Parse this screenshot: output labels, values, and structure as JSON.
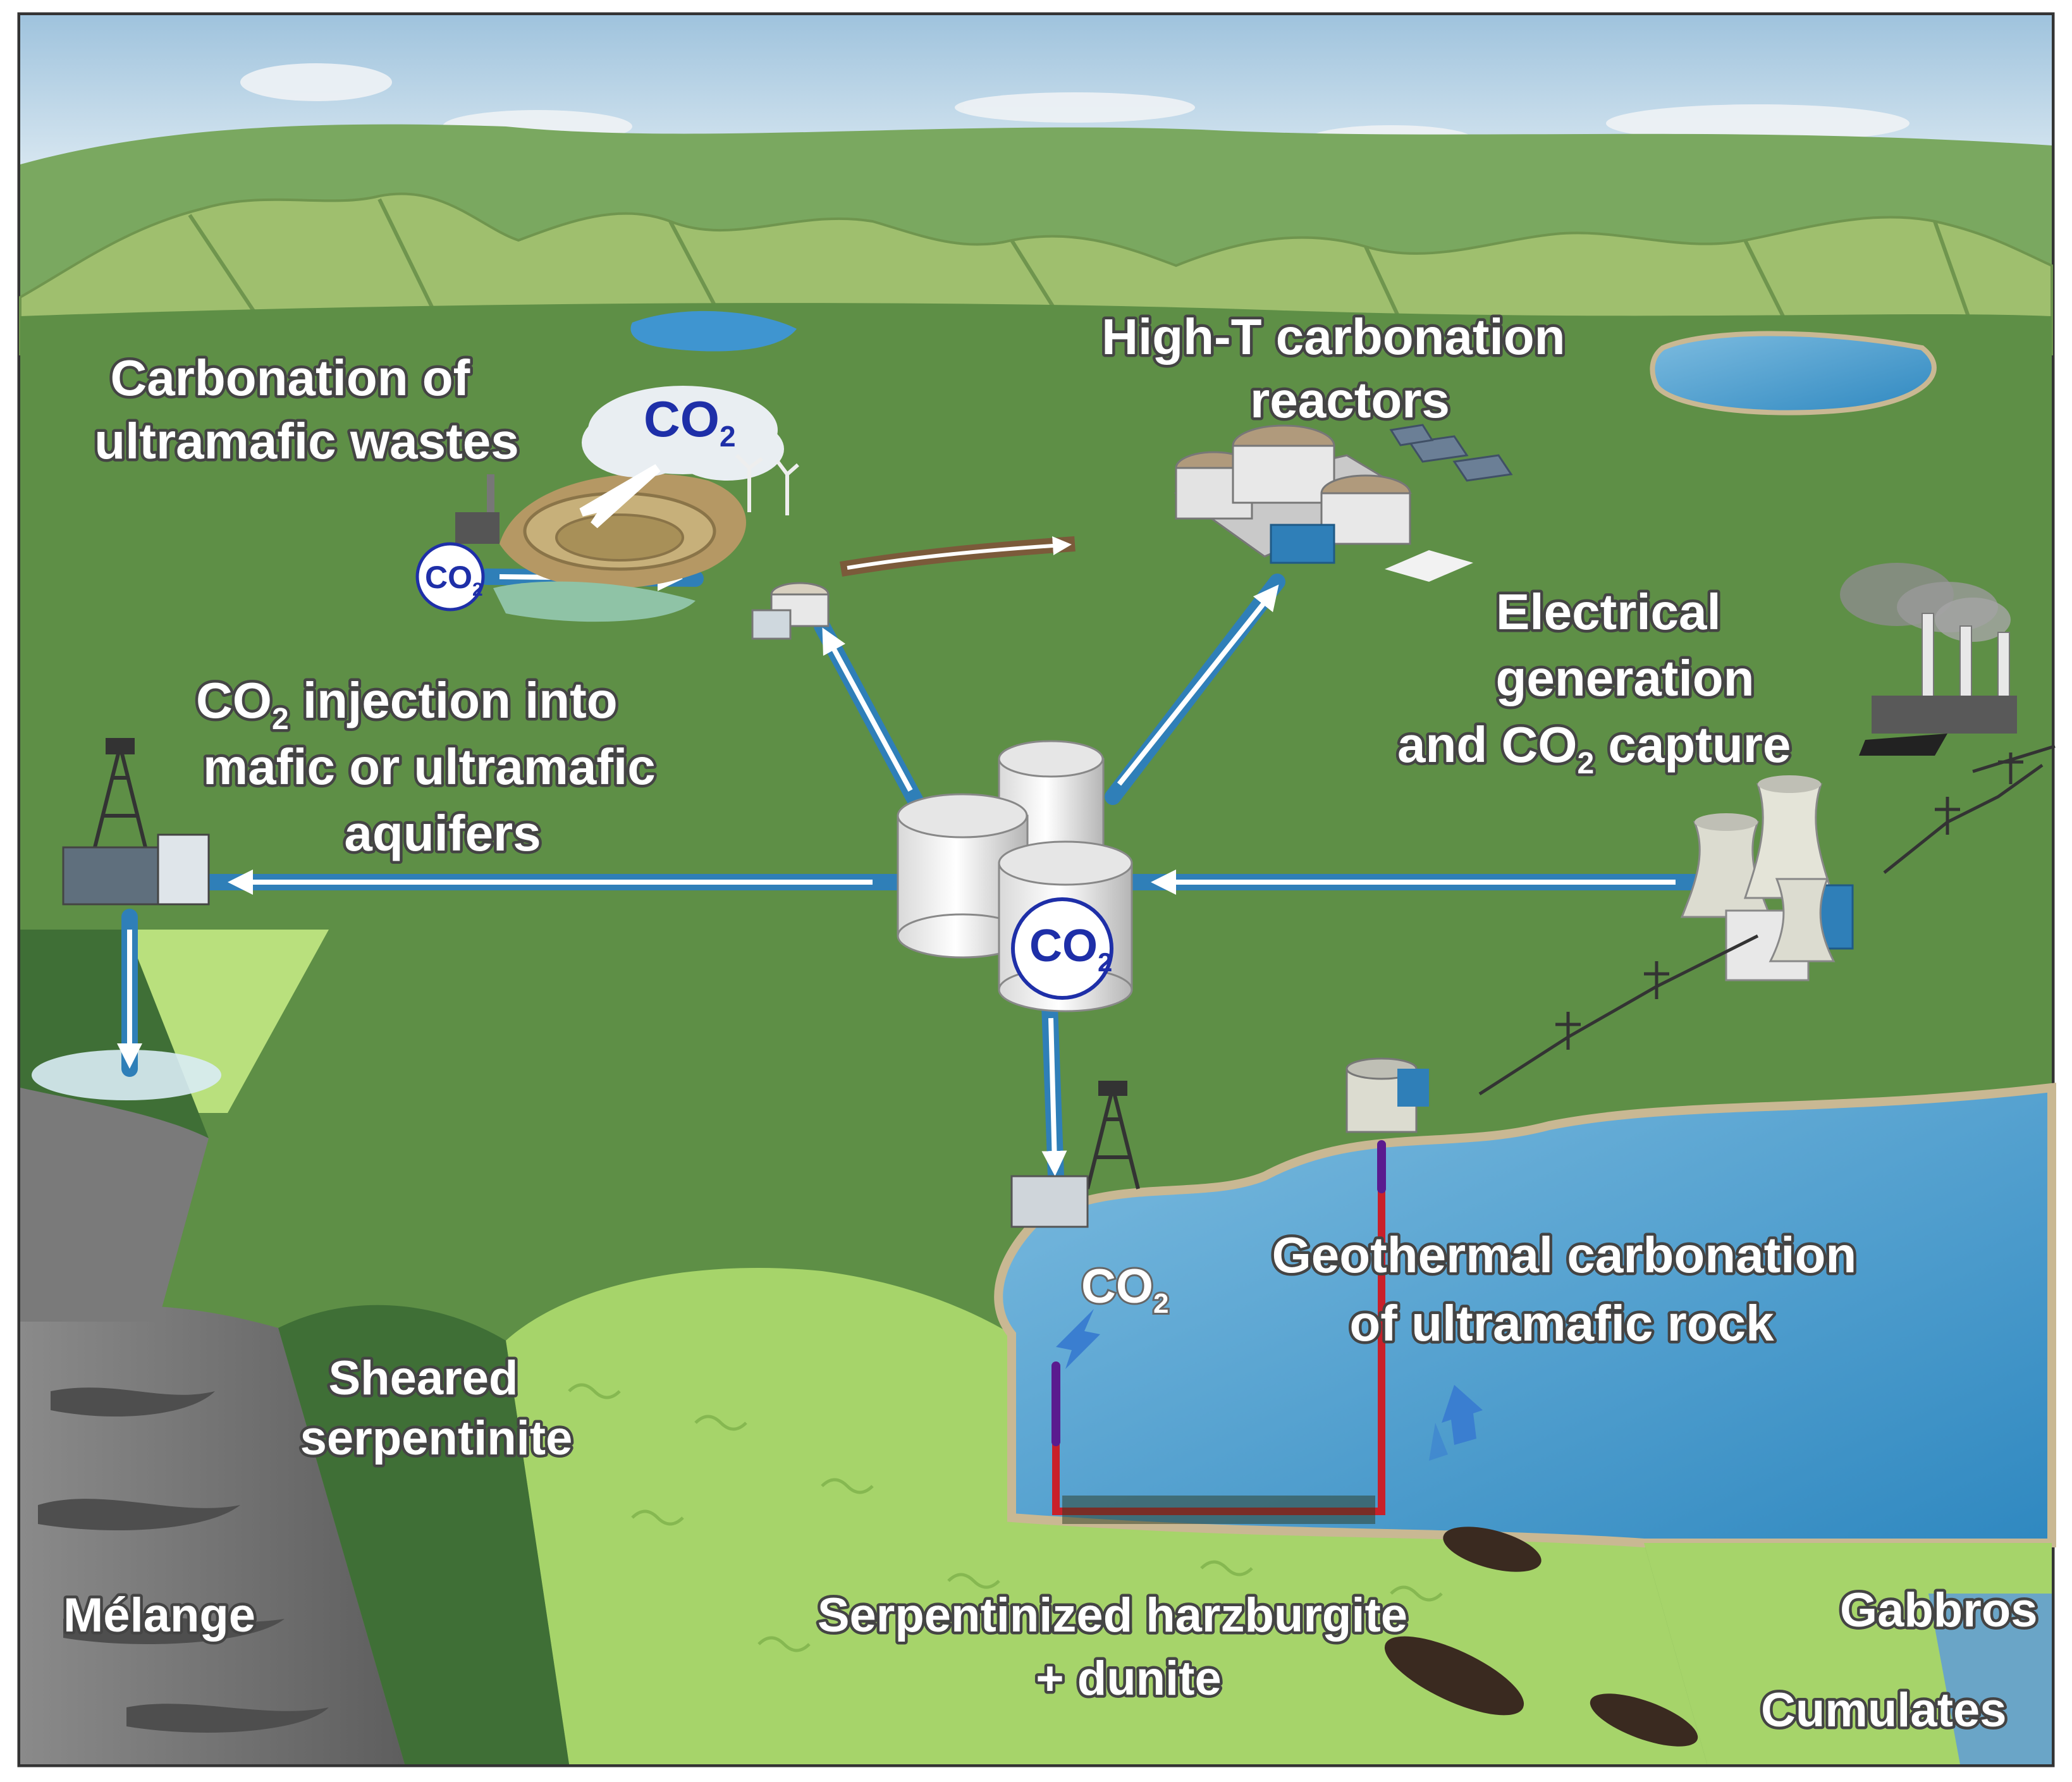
{
  "labels": {
    "carbonation_wastes": {
      "line1": "Carbonation of",
      "line2": "ultramafic wastes"
    },
    "high_t": {
      "line1": "High-T carbonation",
      "line2": "reactors"
    },
    "electrical": {
      "line1": "Electrical",
      "line2": "generation",
      "line3_pre": "and CO",
      "line3_sub": "2",
      "line3_post": " capture"
    },
    "injection": {
      "line1_pre": "CO",
      "line1_sub": "2",
      "line1_post": " injection into",
      "line2": "mafic or ultramafic",
      "line3": "aquifers"
    },
    "geothermal": {
      "line1": "Geothermal carbonation",
      "line2": "of ultramafic rock"
    },
    "sheared": {
      "line1": "Sheared",
      "line2": "serpentinite"
    },
    "melange": "Mélange",
    "harzburgite": {
      "line1": "Serpentinized harzburgite",
      "line2": "+ dunite"
    },
    "gabbros": "Gabbros",
    "cumulates": "Cumulates"
  },
  "co2_badges": {
    "main": "CO",
    "sub": "2"
  },
  "colors": {
    "sky": "#b8d3e6",
    "hills": "#6d9e54",
    "plain": "#5e8f46",
    "serpentinite": "#a6d46a",
    "melange": "#6f6f6f",
    "water": "#5aa5cf",
    "pipe": "#2f7fb8",
    "heat_pipe": "#c9202a",
    "co2_text": "#1e2fa8"
  },
  "icons": [
    "co2-storage-tanks-icon",
    "mine-pit-icon",
    "reactor-plant-icon",
    "smokestack-icon",
    "cooling-tower-icon",
    "drilling-rig-icon",
    "power-pylon-icon",
    "solar-panel-icon",
    "wind-turbine-icon"
  ]
}
